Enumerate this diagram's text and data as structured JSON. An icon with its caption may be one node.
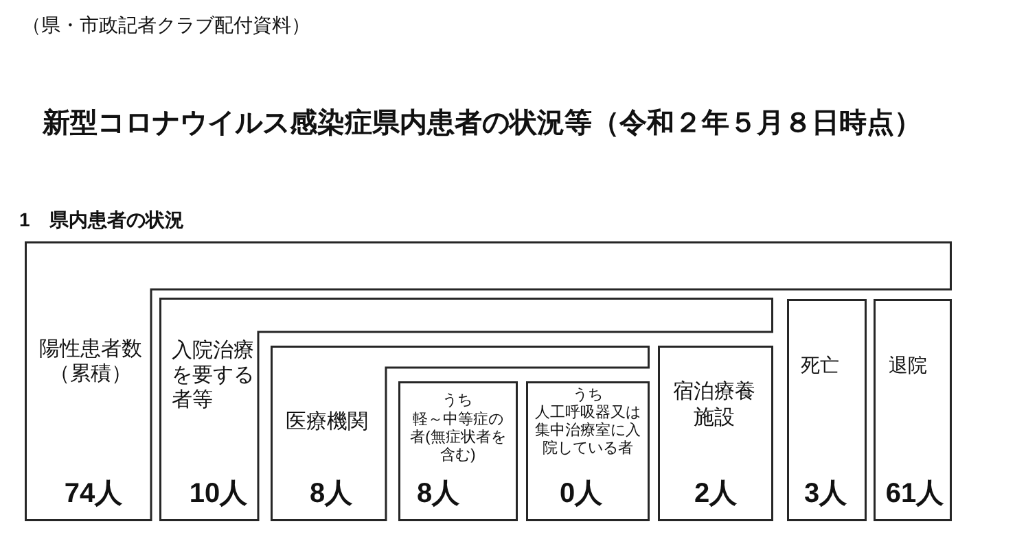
{
  "diagram": {
    "title": "新型コロナウイルス感染症県内患者の状況等（令和２年５月８日時点）",
    "nodes": [
      {
        "text": [
          "陽性患者数（累積）",
          "74人"
        ]
      },
      {
        "text": [
          "入院治療を要する者等",
          "10人"
        ],
        "in": 0
      },
      {
        "text": [
          "医療機関",
          "8人"
        ],
        "in": 1
      },
      {
        "text": [
          "うち",
          "軽～中等症の者(無症状者を含む)",
          "8人"
        ],
        "in": 2
      },
      {
        "text": [
          "うち",
          "人工呼吸器又は集中治療室に入院している者",
          "0人"
        ],
        "in": 2
      },
      {
        "text": [
          "宿泊療養施設",
          "2人"
        ],
        "in": 1
      },
      {
        "text": [
          "死亡",
          "3人"
        ],
        "in": 0
      },
      {
        "text": [
          "退院",
          "61人"
        ],
        "in": 0
      }
    ],
    "labels": [
      "（県・市政記者クラブ配付資料）",
      "1　県内患者の状況"
    ]
  }
}
